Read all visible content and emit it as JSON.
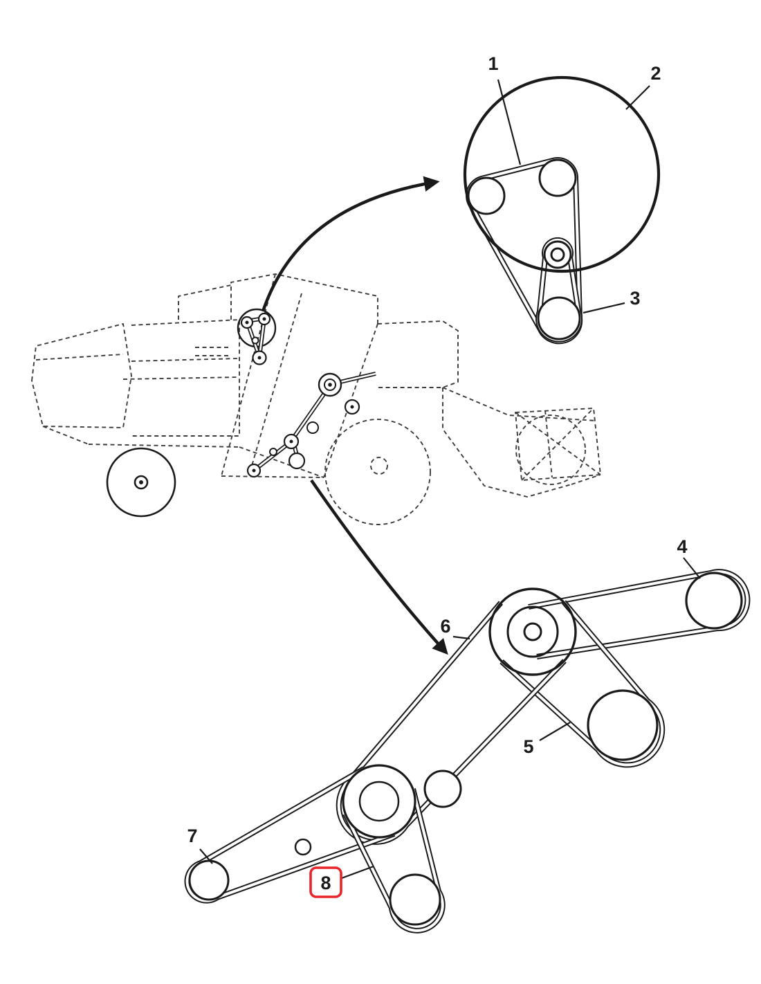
{
  "figure": {
    "background_color": "#ffffff",
    "line_color": "#1a1a1a",
    "dashed_color": "#3c3c3c",
    "highlight_color": "#e8252b"
  },
  "callouts": [
    {
      "label": "1",
      "highlighted": false
    },
    {
      "label": "2",
      "highlighted": false
    },
    {
      "label": "3",
      "highlighted": false
    },
    {
      "label": "4",
      "highlighted": false
    },
    {
      "label": "5",
      "highlighted": false
    },
    {
      "label": "6",
      "highlighted": false
    },
    {
      "label": "7",
      "highlighted": false
    },
    {
      "label": "8",
      "highlighted": true
    }
  ],
  "selected_callout": "8"
}
